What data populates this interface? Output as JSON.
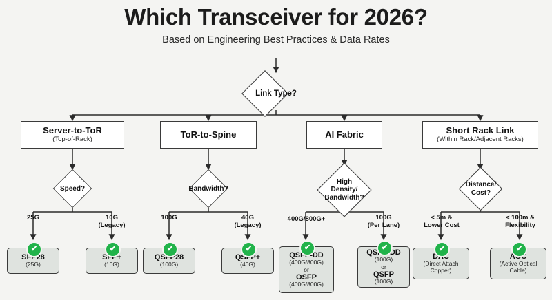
{
  "header": {
    "title": "Which Transceiver for 2026?",
    "subtitle": "Based on Engineering Best Practices & Data Rates"
  },
  "icons": {
    "check": "✔"
  },
  "root": {
    "label": "Link Type?"
  },
  "branches": [
    {
      "id": "server-to-tor",
      "title": "Server-to-ToR",
      "subtitle": "(Top-of-Rack)",
      "decision": "Speed?",
      "options": [
        {
          "label": "25G",
          "sub": ""
        },
        {
          "label": "10G",
          "sub": "(Legacy)"
        }
      ],
      "results": [
        {
          "name": "SFP28",
          "detail": "(25G)"
        },
        {
          "name": "SFP+",
          "detail": "(10G)"
        }
      ]
    },
    {
      "id": "tor-to-spine",
      "title": "ToR-to-Spine",
      "subtitle": "",
      "decision": "Bandwidth?",
      "options": [
        {
          "label": "100G",
          "sub": ""
        },
        {
          "label": "40G",
          "sub": "(Legacy)"
        }
      ],
      "results": [
        {
          "name": "QSFP28",
          "detail": "(100G)"
        },
        {
          "name": "QSFP+",
          "detail": "(40G)"
        }
      ]
    },
    {
      "id": "ai-fabric",
      "title": "AI Fabric",
      "subtitle": "",
      "decision": "High Density/ Bandwidth?",
      "decision_lines": [
        "High",
        "Density/",
        "Bandwidth?"
      ],
      "options": [
        {
          "label": "400G/800G+",
          "sub": ""
        },
        {
          "label": "100G",
          "sub": "(Per Lane)"
        }
      ],
      "results": [
        {
          "name": "QSFP-DD",
          "detail": "(400G/800G)",
          "or": "or",
          "name2": "OSFP",
          "detail2": "(400G/800G)"
        },
        {
          "name": "QSFP-DD",
          "detail": "(100G)",
          "or": "or",
          "name2": "QSFP",
          "detail2": "(100G)"
        }
      ]
    },
    {
      "id": "short-rack-link",
      "title": "Short Rack Link",
      "subtitle": "(Within Rack/Adjacent Racks)",
      "decision": "Distance/ Cost?",
      "decision_lines": [
        "Distance/",
        "Cost?"
      ],
      "options": [
        {
          "label": "< 5m &",
          "sub": "Lower Cost"
        },
        {
          "label": "< 100m &",
          "sub": "Flexibility"
        }
      ],
      "results": [
        {
          "name": "DAC",
          "detail": "(Direct Attach",
          "detail_b": "Copper)"
        },
        {
          "name": "AOC",
          "detail": "(Active Optical",
          "detail_b": "Cable)"
        }
      ]
    }
  ],
  "colors": {
    "check_green": "#21b34a",
    "terminal_fill": "#dfe3df",
    "background": "#f4f4f2",
    "stroke": "#3a3a3a"
  }
}
